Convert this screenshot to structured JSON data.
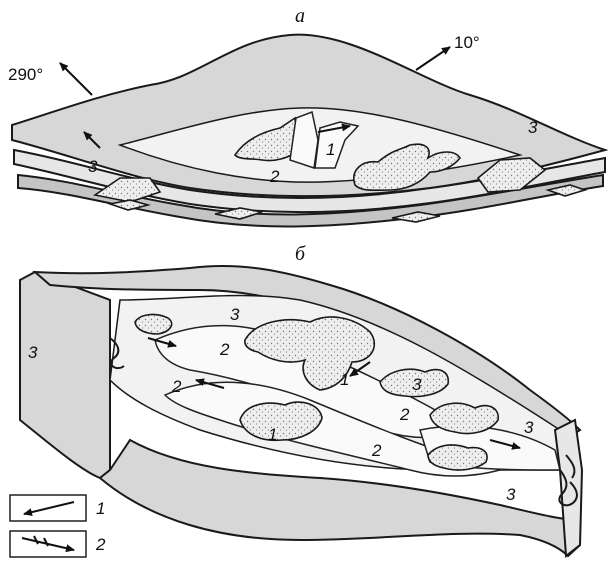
{
  "panels": {
    "a": {
      "label": "а",
      "direction_left": "290°",
      "direction_right": "10°",
      "labels": [
        "3",
        "3",
        "1",
        "2"
      ]
    },
    "b": {
      "label": "б",
      "labels": [
        "3",
        "3",
        "3",
        "3",
        "3",
        "2",
        "2",
        "2",
        "2",
        "1",
        "1"
      ]
    }
  },
  "legend": {
    "items": [
      {
        "number": "1",
        "icon": "solid-arrow-icon"
      },
      {
        "number": "2",
        "icon": "feathered-arrow-icon"
      }
    ]
  }
}
